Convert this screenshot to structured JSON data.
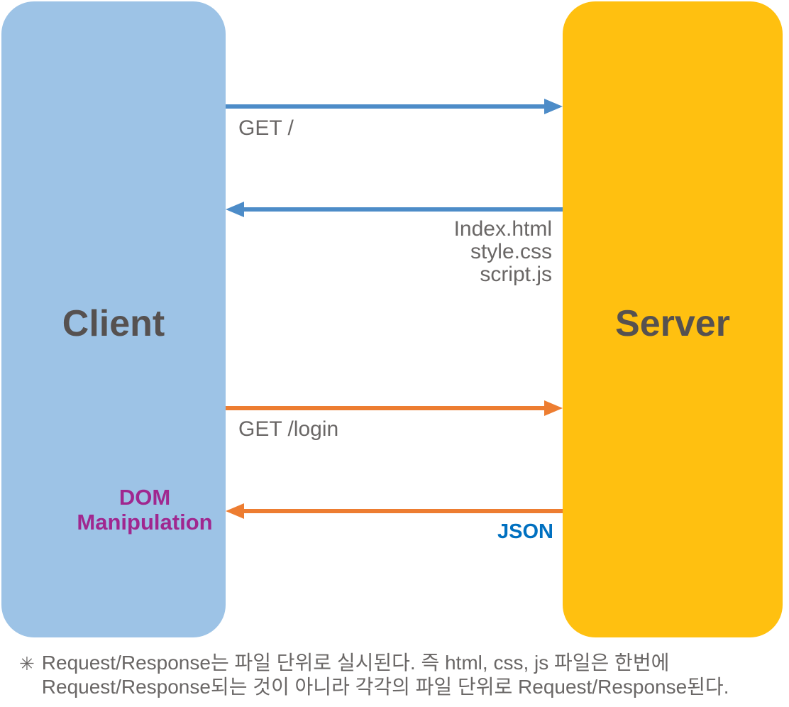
{
  "colors": {
    "client_fill": "#9DC3E6",
    "server_fill": "#FFC010",
    "arrow_blue": "#4D8CC8",
    "arrow_orange": "#ED7D31",
    "dom_text": "#A0278F",
    "json_text": "#0070C0",
    "heading_text": "#565150",
    "label_text": "#6A6766"
  },
  "client": {
    "title": "Client",
    "dom_manipulation": {
      "line1": "DOM",
      "line2": "Manipulation"
    }
  },
  "server": {
    "title": "Server"
  },
  "messages": {
    "request_root": {
      "label": "GET /"
    },
    "response_files": {
      "file1": "Index.html",
      "file2": "style.css",
      "file3": "script.js"
    },
    "request_login": {
      "label": "GET /login"
    },
    "response_json": {
      "label": "JSON"
    }
  },
  "footnote": {
    "bullet": "✳",
    "line1": "Request/Response는 파일 단위로 실시된다. 즉 html, css, js 파일은 한번에",
    "line2": "Request/Response되는 것이 아니라 각각의 파일 단위로 Request/Response된다."
  }
}
